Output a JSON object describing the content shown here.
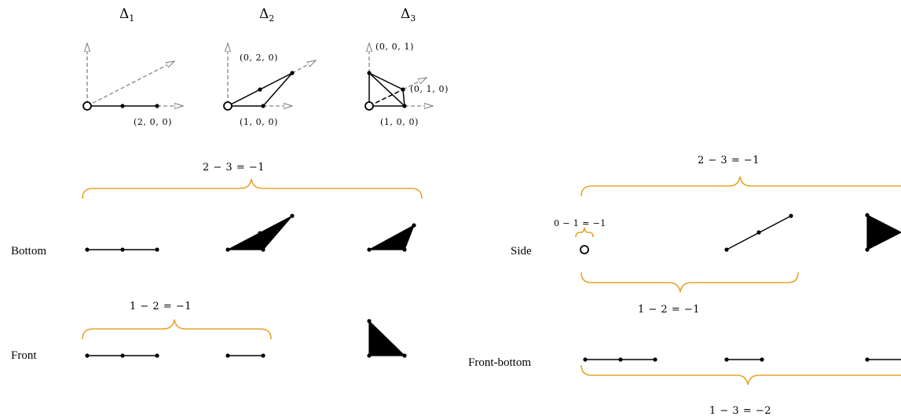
{
  "polytope_titles": {
    "d1": "Δ",
    "d1_sub": "1",
    "d2": "Δ",
    "d2_sub": "2",
    "d3": "Δ",
    "d3_sub": "3"
  },
  "coordinates": {
    "d1_x": "(2, 0, 0)",
    "d2_y": "(0, 2, 0)",
    "d2_x": "(1, 0, 0)",
    "d3_z": "(0, 0, 1)",
    "d3_y": "(0, 1, 0)",
    "d3_x": "(1, 0, 0)"
  },
  "row_labels": {
    "bottom": "Bottom",
    "front": "Front",
    "side": "Side",
    "front_bottom": "Front-bottom"
  },
  "equations": {
    "bottom_top": "2 − 3 = −1",
    "front_top": "1 − 2 = −1",
    "side_top": "2 − 3 = −1",
    "side_small": "0 − 1 = −1",
    "side_bottom": "1 − 2 = −1",
    "front_bottom_bottom": "1 − 3 = −2"
  },
  "colors": {
    "brace": "#e6a52a",
    "axis": "#9a9a9a",
    "ink": "#000000"
  }
}
